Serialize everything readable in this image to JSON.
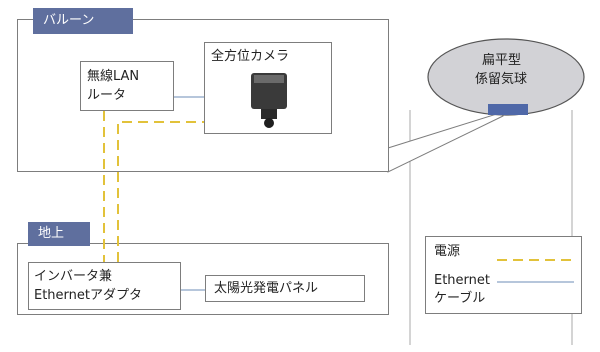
{
  "balloon_section": {
    "tag": "バルーン"
  },
  "ground_section": {
    "tag": "地上"
  },
  "router": {
    "line1": "無線LAN",
    "line2": "ルータ"
  },
  "camera": {
    "label": "全方位カメラ"
  },
  "tethered_balloon": {
    "line1": "扁平型",
    "line2": "係留気球"
  },
  "inverter": {
    "line1": "インバータ兼",
    "line2": "Ethernetアダプタ"
  },
  "solar_panel": {
    "label": "太陽光発電パネル"
  },
  "legend": {
    "power": "電源",
    "ethernet_line1": "Ethernet",
    "ethernet_line2": "ケーブル"
  },
  "colors": {
    "tag_bg": "#5f6f9e",
    "power_line": "#e2c23a",
    "ethernet_line": "#9db3cf",
    "balloon_fill": "#d2d2d6",
    "mount_block": "#4f68a8"
  }
}
